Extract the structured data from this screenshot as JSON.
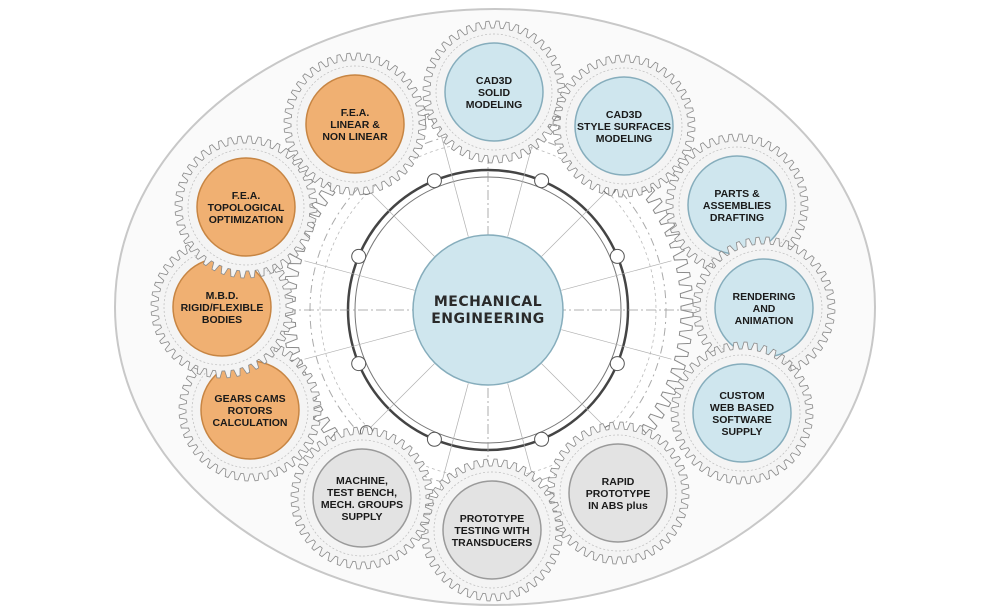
{
  "center": {
    "lines": [
      "MECHANICAL",
      "ENGINEERING"
    ]
  },
  "colors": {
    "blue_fill": "#cfe6ee",
    "blue_stroke": "#86adbc",
    "orange_fill": "#f0b072",
    "orange_stroke": "#c78543",
    "gray_fill": "#e3e3e3",
    "gray_stroke": "#9a9a9a",
    "gear_stroke": "#8a8a8a",
    "ring_stroke": "#444444",
    "outer_fill": "#fafafa",
    "outer_stroke": "#c8c8c8"
  },
  "nodes": [
    {
      "lines": [
        "CAD3D",
        "SOLID",
        "MODELING"
      ],
      "color": "blue"
    },
    {
      "lines": [
        "CAD3D",
        "STYLE SURFACES",
        "MODELING"
      ],
      "color": "blue"
    },
    {
      "lines": [
        "PARTS &",
        "ASSEMBLIES",
        "DRAFTING"
      ],
      "color": "blue"
    },
    {
      "lines": [
        "RENDERING",
        "AND",
        "ANIMATION"
      ],
      "color": "blue"
    },
    {
      "lines": [
        "CUSTOM",
        "WEB BASED",
        "SOFTWARE",
        "SUPPLY"
      ],
      "color": "blue"
    },
    {
      "lines": [
        "RAPID",
        "PROTOTYPE",
        "IN ABS plus"
      ],
      "color": "gray"
    },
    {
      "lines": [
        "PROTOTYPE",
        "TESTING WITH",
        "TRANSDUCERS"
      ],
      "color": "gray"
    },
    {
      "lines": [
        "MACHINE,",
        "TEST BENCH,",
        "MECH. GROUPS",
        "SUPPLY"
      ],
      "color": "gray"
    },
    {
      "lines": [
        "GEARS CAMS",
        "ROTORS",
        "CALCULATION"
      ],
      "color": "orange"
    },
    {
      "lines": [
        "M.B.D.",
        "RIGID/FLEXIBLE",
        "BODIES"
      ],
      "color": "orange"
    },
    {
      "lines": [
        "F.E.A.",
        "TOPOLOGICAL",
        "OPTIMIZATION"
      ],
      "color": "orange"
    },
    {
      "lines": [
        "F.E.A.",
        "LINEAR &",
        "NON LINEAR"
      ],
      "color": "orange"
    }
  ]
}
